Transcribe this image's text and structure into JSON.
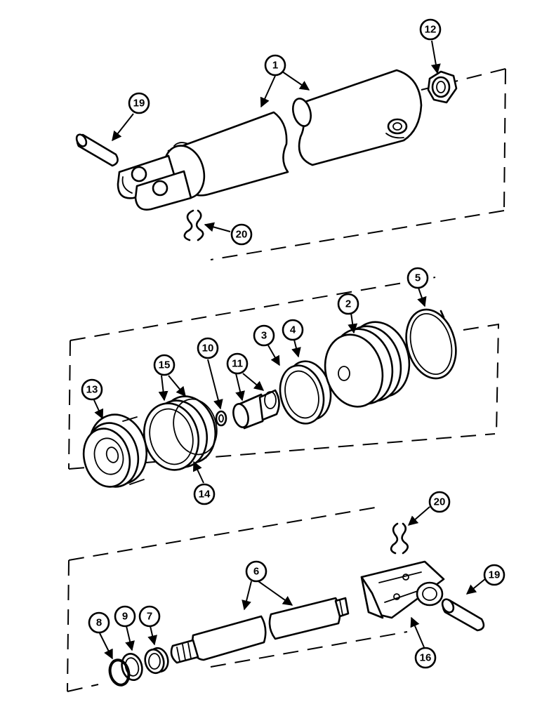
{
  "diagram": {
    "kind": "exploded parts view",
    "callouts": [
      {
        "id": "c1",
        "label": "1"
      },
      {
        "id": "c2",
        "label": "2"
      },
      {
        "id": "c3",
        "label": "3"
      },
      {
        "id": "c4",
        "label": "4"
      },
      {
        "id": "c5",
        "label": "5"
      },
      {
        "id": "c6",
        "label": "6"
      },
      {
        "id": "c7",
        "label": "7"
      },
      {
        "id": "c8",
        "label": "8"
      },
      {
        "id": "c9",
        "label": "9"
      },
      {
        "id": "c10",
        "label": "10"
      },
      {
        "id": "c11",
        "label": "11"
      },
      {
        "id": "c12",
        "label": "12"
      },
      {
        "id": "c13",
        "label": "13"
      },
      {
        "id": "c14",
        "label": "14"
      },
      {
        "id": "c15",
        "label": "15"
      },
      {
        "id": "c16",
        "label": "16"
      },
      {
        "id": "c19a",
        "label": "19"
      },
      {
        "id": "c19b",
        "label": "19"
      },
      {
        "id": "c20a",
        "label": "20"
      },
      {
        "id": "c20b",
        "label": "20"
      }
    ]
  }
}
